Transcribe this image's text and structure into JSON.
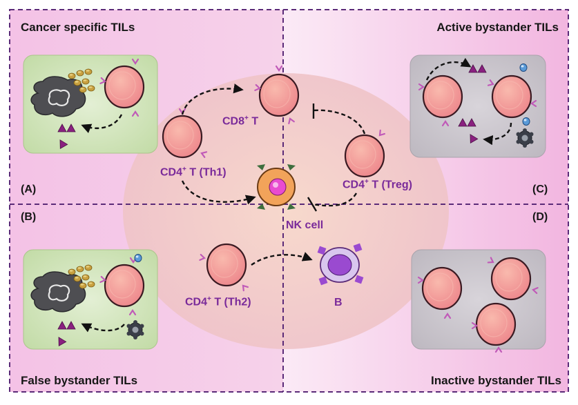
{
  "quadrants": {
    "a": {
      "title": "Cancer specific TILs",
      "label": "(A)"
    },
    "b": {
      "title": "False bystander TILs",
      "label": "(B)"
    },
    "c": {
      "title": "Active bystander TILs",
      "label": "(C)"
    },
    "d": {
      "title": "Inactive bystander TILs",
      "label": "(D)"
    }
  },
  "cells": {
    "cd8": {
      "name": "CD8",
      "sup": "+",
      "type": "T"
    },
    "cd4_th1": {
      "name": "CD4",
      "sup": "+",
      "type": "T (Th1)"
    },
    "cd4_treg": {
      "name": "CD4",
      "sup": "+",
      "type": "T (Treg)"
    },
    "cd4_th2": {
      "name": "CD4",
      "sup": "+",
      "type": "T (Th2)"
    },
    "nk": {
      "name": "NK cell"
    },
    "b": {
      "name": "B"
    }
  },
  "colors": {
    "border": "#5a2a78",
    "label_purple": "#7a2a9a",
    "cell_fill": "#f39a98",
    "cell_stroke": "#3a1a22",
    "antigen": "#8a2080",
    "nk_outer": "#f2a35a",
    "nk_inner": "#e94bd0",
    "b_cell": "#9a4ad0",
    "bg_pink": "#f6c6ea",
    "green_box": "#cfe3b8",
    "grey_box": "#c9c4cc"
  }
}
